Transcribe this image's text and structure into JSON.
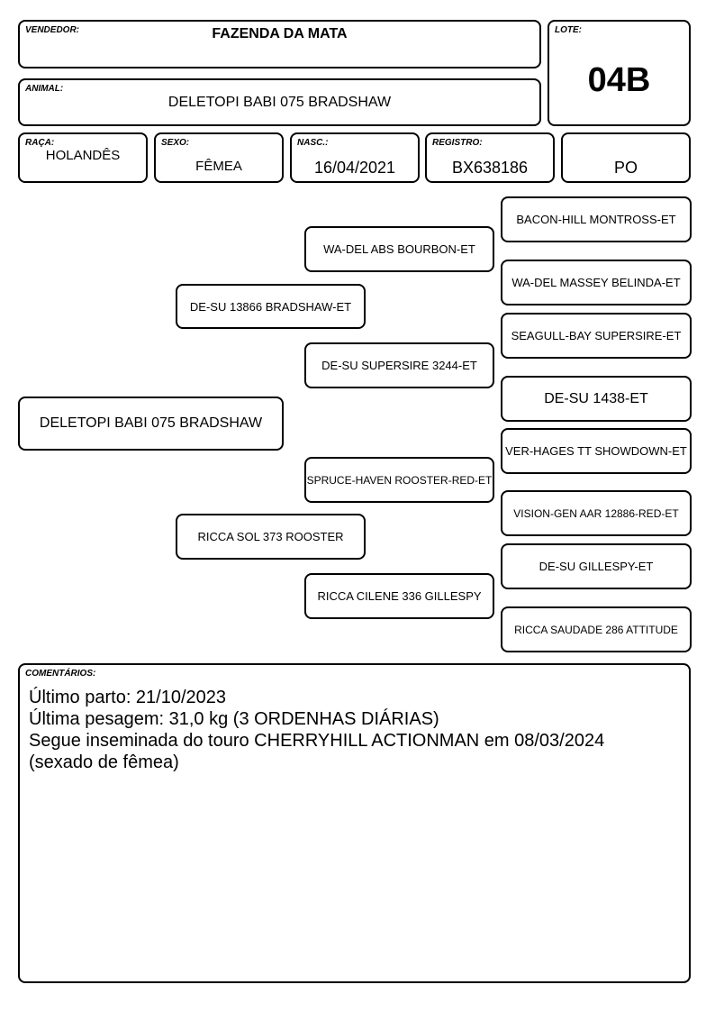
{
  "header": {
    "vendedor_label": "VENDEDOR:",
    "vendedor": "FAZENDA DA MATA",
    "lote_label": "LOTE:",
    "lote": "04B",
    "animal_label": "ANIMAL:",
    "animal": "DELETOPI BABI 075 BRADSHAW"
  },
  "info": {
    "raca_label": "RAÇA:",
    "raca": "HOLANDÊS",
    "sexo_label": "SEXO:",
    "sexo": "FÊMEA",
    "nasc_label": "NASC.:",
    "nasc": "16/04/2021",
    "registro_label": "REGISTRO:",
    "registro": "BX638186",
    "tipo": "PO"
  },
  "pedigree": {
    "animal": "DELETOPI BABI 075 BRADSHAW",
    "sire": "DE-SU 13866 BRADSHAW-ET",
    "dam": "RICCA SOL 373 ROOSTER",
    "sire_sire": "WA-DEL ABS BOURBON-ET",
    "sire_dam": "DE-SU SUPERSIRE 3244-ET",
    "dam_sire": "SPRUCE-HAVEN ROOSTER-RED-ET",
    "dam_dam": "RICCA CILENE 336 GILLESPY",
    "ggp": [
      "BACON-HILL MONTROSS-ET",
      "WA-DEL MASSEY BELINDA-ET",
      "SEAGULL-BAY SUPERSIRE-ET",
      "DE-SU 1438-ET",
      "VER-HAGES TT SHOWDOWN-ET",
      "VISION-GEN AAR 12886-RED-ET",
      "DE-SU GILLESPY-ET",
      "RICCA SAUDADE 286 ATTITUDE"
    ]
  },
  "comments": {
    "label": "COMENTÁRIOS:",
    "lines": [
      "Último parto: 21/10/2023",
      "Última pesagem: 31,0 kg (3 ORDENHAS DIÁRIAS)",
      "Segue inseminada do touro CHERRYHILL ACTIONMAN em 08/03/2024",
      "(sexado de fêmea)"
    ]
  }
}
